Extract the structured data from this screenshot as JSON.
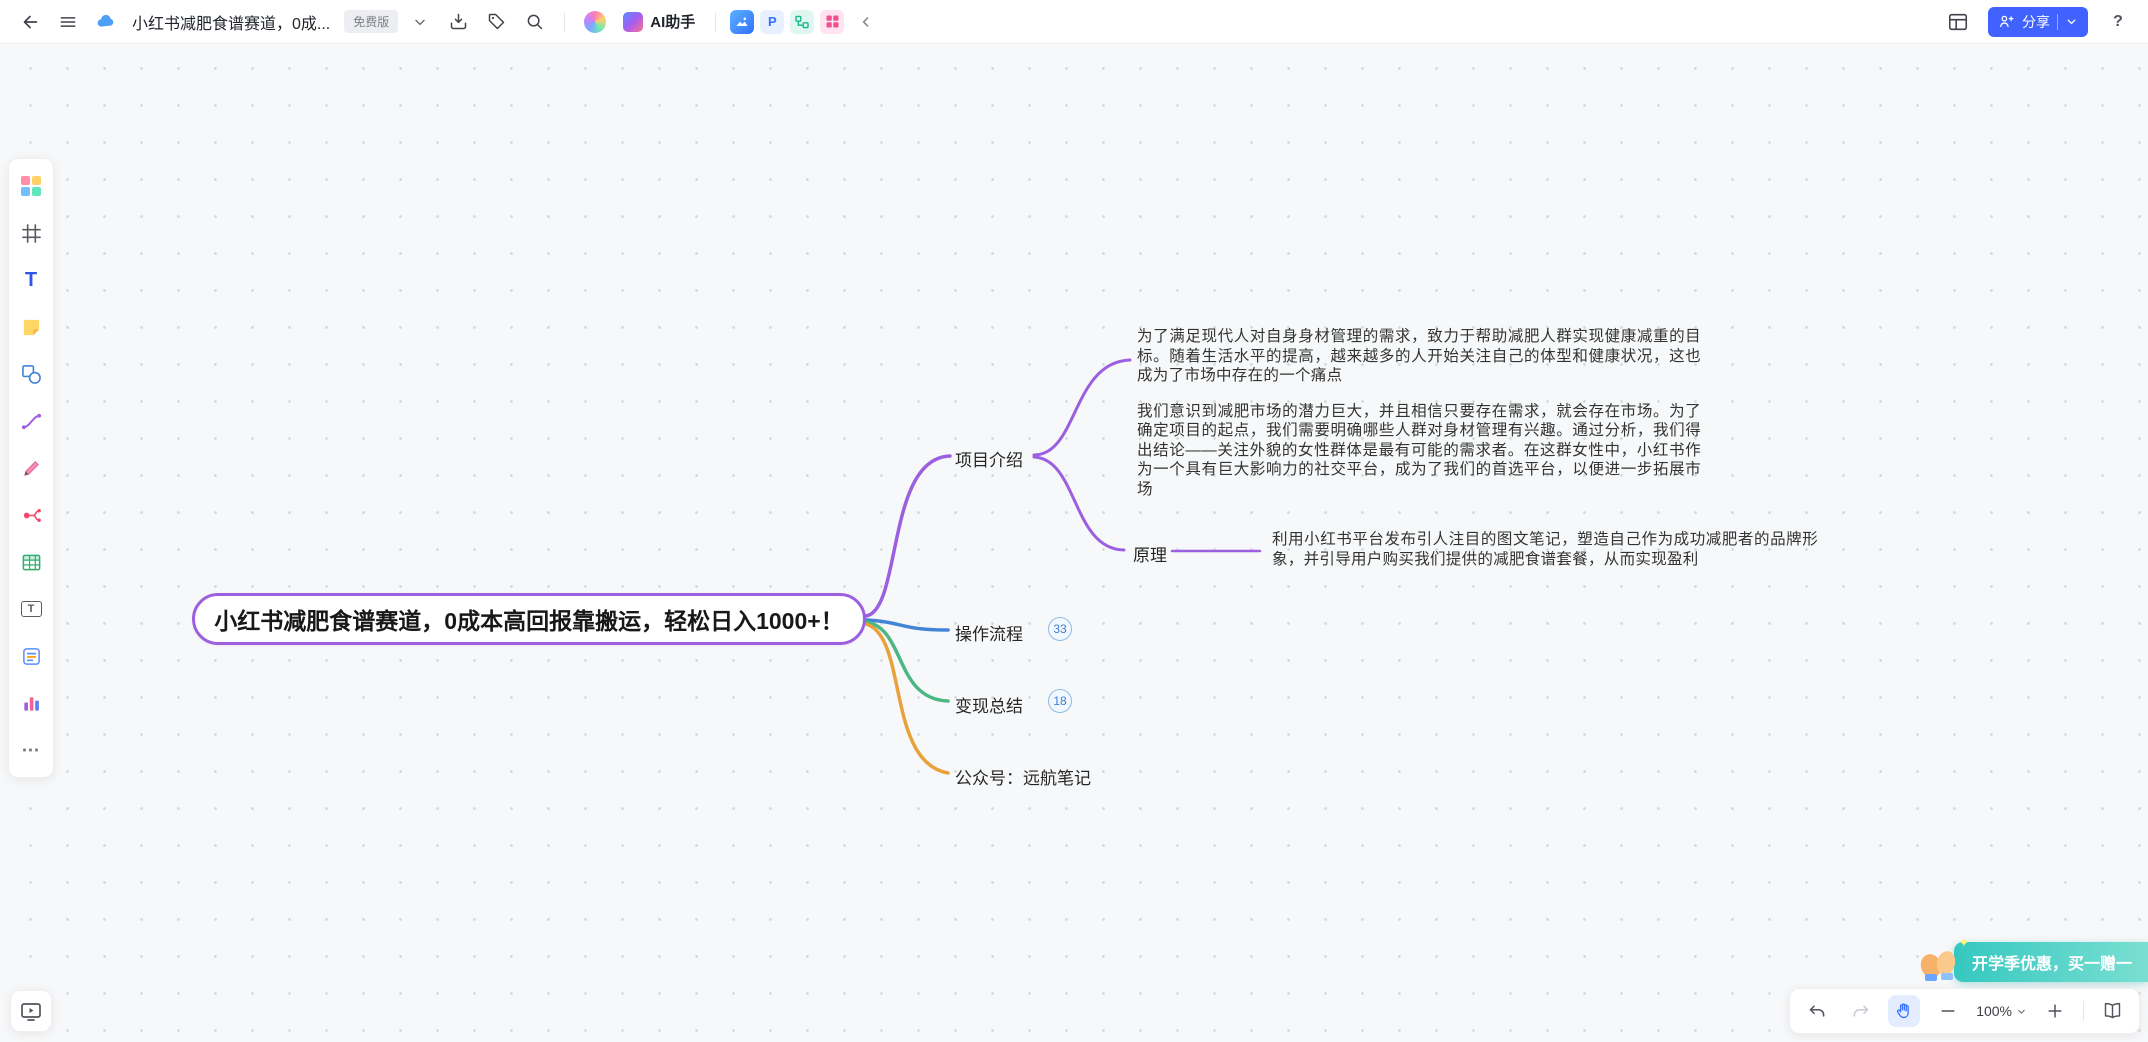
{
  "topbar": {
    "doc_title": "小红书减肥食谱赛道，0成...",
    "plan_badge": "免费版",
    "ai_label": "AI助手",
    "share_label": "分享"
  },
  "map": {
    "root": "小红书减肥食谱赛道，0成本高回报靠搬运，轻松日入1000+！",
    "intro": {
      "label": "项目介绍",
      "para1": "为了满足现代人对自身身材管理的需求，致力于帮助减肥人群实现健康减重的目标。随着生活水平的提高，越来越多的人开始关注自己的体型和健康状况，这也成为了市场中存在的一个痛点",
      "para2": "我们意识到减肥市场的潜力巨大，并且相信只要存在需求，就会存在市场。为了确定项目的起点，我们需要明确哪些人群对身材管理有兴趣。通过分析，我们得出结论——关注外貌的女性群体是最有可能的需求者。在这群女性中，小红书作为一个具有巨大影响力的社交平台，成为了我们的首选平台，以便进一步拓展市场"
    },
    "principle": {
      "label": "原理",
      "text": "利用小红书平台发布引人注目的图文笔记，塑造自己作为成功减肥者的品牌形象，并引导用户购买我们提供的减肥食谱套餐，从而实现盈利"
    },
    "process": {
      "label": "操作流程",
      "count": "33"
    },
    "monetize": {
      "label": "变现总结",
      "count": "18"
    },
    "account": {
      "label": "公众号：远航笔记"
    }
  },
  "footer": {
    "zoom": "100%"
  },
  "promo": {
    "text": "开学季优惠，买一赠一"
  },
  "glyphs": {
    "p_app": "P",
    "text_tool": "T",
    "textbox_tool": "T",
    "more": "⋯",
    "help": "?",
    "sparkle": "✦"
  },
  "colors": {
    "brand_blue": "#4262ff",
    "branch_purple": "#9b5fe0",
    "branch_blue": "#4285d6",
    "branch_green": "#4cb782",
    "branch_orange": "#e9a23b",
    "promo_teal": "#35c8c0"
  },
  "icons": [
    "back",
    "menu",
    "cloud-sync",
    "chevron-down",
    "save-tray",
    "tag",
    "search",
    "sticker",
    "ai-logo",
    "image-app",
    "p-app",
    "flow-app",
    "grid-app",
    "collapse",
    "widgets",
    "share-person",
    "help",
    "templates",
    "frame",
    "text",
    "sticky-note",
    "shape",
    "connector",
    "pen",
    "mindmap",
    "table",
    "textbox",
    "card",
    "chart",
    "more",
    "present-board",
    "undo",
    "redo",
    "hand",
    "zoom-out",
    "zoom-in",
    "pages-book",
    "promo-hands"
  ]
}
